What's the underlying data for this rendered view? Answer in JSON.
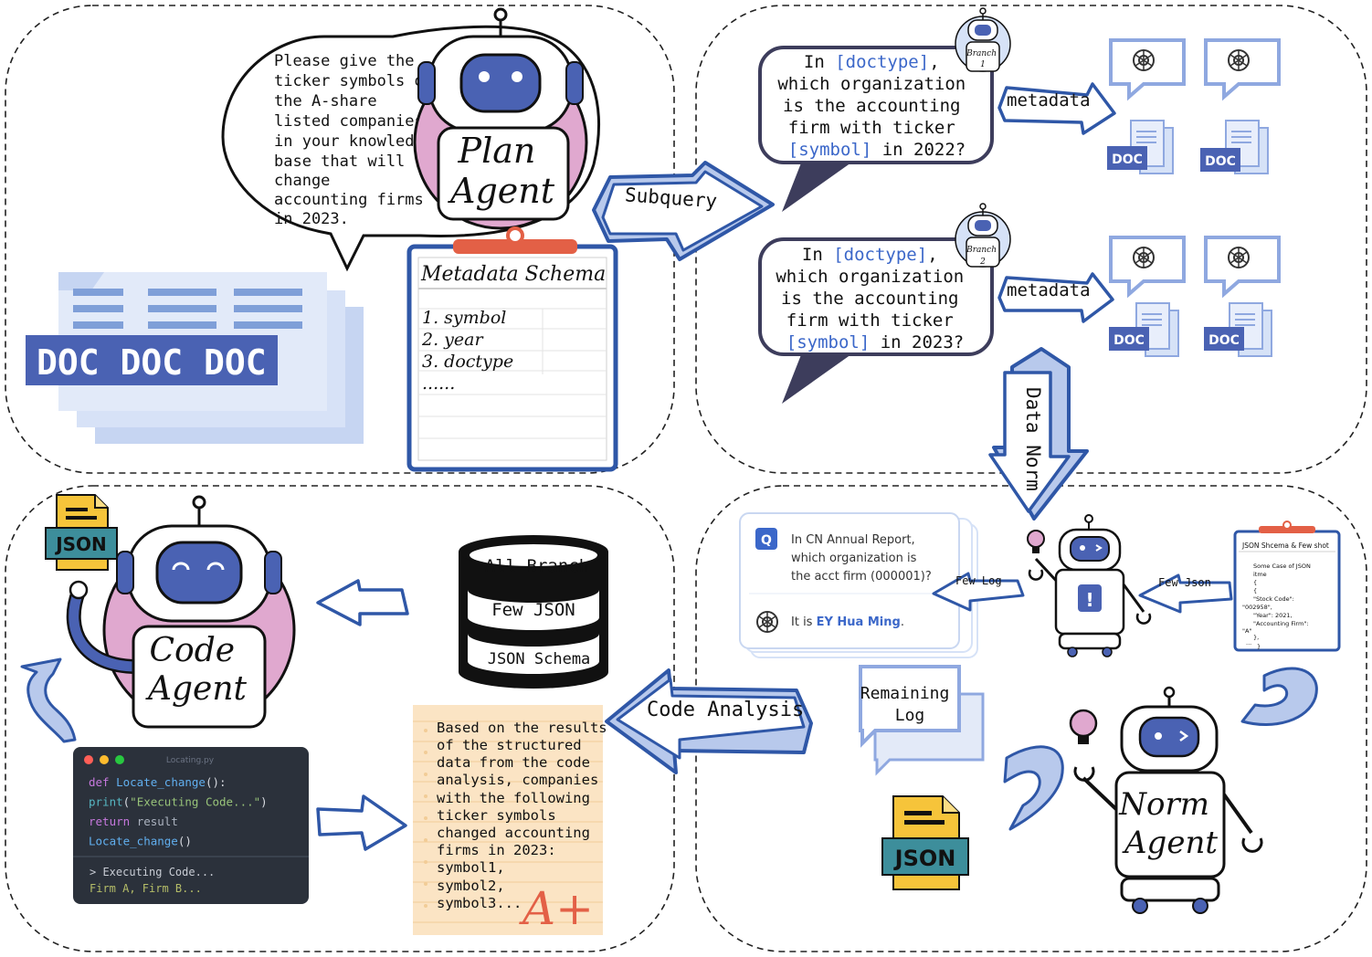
{
  "plan": {
    "speech": [
      "Please give the",
      "ticker symbols of",
      "the A-share",
      "listed companies",
      "in your knowledge",
      "base that will",
      "change",
      "accounting firms",
      "in 2023."
    ],
    "agent_line1": "Plan",
    "agent_line2": "Agent",
    "docs_label": "DOC DOC DOC",
    "schema_title": "Metadata Schema",
    "schema_items": [
      "1. symbol",
      "2. year",
      "3. doctype",
      "......"
    ]
  },
  "subquery_arrow": "Subquery",
  "branch1": {
    "badge": "Branch",
    "num": "1",
    "l1a": "In ",
    "l1b": "[doctype]",
    "l1c": ",",
    "l2": "which organization",
    "l3": "is the accounting",
    "l4": "firm with ticker",
    "l5a": "[symbol]",
    "l5b": "  in 2022?",
    "arrow": "metadata"
  },
  "branch2": {
    "badge": "Branch",
    "num": "2",
    "l1a": "In ",
    "l1b": "[doctype]",
    "l1c": ",",
    "l2": "which organization",
    "l3": "is the accounting",
    "l4": "firm with ticker",
    "l5a": "[symbol]",
    "l5b": " in 2023?",
    "arrow": "metadata"
  },
  "doc_icon_label": "DOC",
  "data_norm_arrow": "Data Norm",
  "norm": {
    "qa_q_badge": "Q",
    "qa_q_lines": [
      "In CN Annual Report,",
      "which organization is",
      "the acct firm (000001)?"
    ],
    "qa_a_prefix": "It is ",
    "qa_a_highlight": "EY Hua Ming",
    "qa_a_suffix": ".",
    "few_log": "Few Log",
    "few_json": "Few Json",
    "json_card_title": "JSON Shcema & Few shot",
    "json_card_lines": [
      "Some Case of JSON",
      "itme",
      "{",
      "  {",
      "     \"Stock Code\":",
      "\"002958\",",
      "       \"Year\": 2021,",
      "       \"Accounting Firm\":",
      "\"A\"",
      "    },",
      "...",
      "}"
    ],
    "remaining_log_1": "Remaining",
    "remaining_log_2": "Log",
    "json_badge": "JSON",
    "agent_line1": "Norm",
    "agent_line2": "Agent"
  },
  "code": {
    "json_badge": "JSON",
    "agent_line1": "Code",
    "agent_line2": "Agent",
    "db_labels": [
      "All Branch",
      "Few JSON",
      "JSON Schema"
    ],
    "analysis_arrow": "Code Analysis",
    "editor_title": "Locating.py",
    "editor_lines": [
      {
        "parts": [
          {
            "t": "def ",
            "c": "#c678dd"
          },
          {
            "t": "Locate_change",
            "c": "#61afef"
          },
          {
            "t": "():",
            "c": "#d7dae0"
          }
        ]
      },
      {
        "parts": [
          {
            "t": "  print",
            "c": "#56b6c2"
          },
          {
            "t": "(",
            "c": "#d7dae0"
          },
          {
            "t": "\"Executing Code...\"",
            "c": "#98c379"
          },
          {
            "t": ")",
            "c": "#d7dae0"
          }
        ]
      },
      {
        "parts": [
          {
            "t": "  return ",
            "c": "#c678dd"
          },
          {
            "t": "result",
            "c": "#abb2bf"
          }
        ]
      },
      {
        "parts": [
          {
            "t": "Locate_change",
            "c": "#61afef"
          },
          {
            "t": "()",
            "c": "#d7dae0"
          }
        ]
      }
    ],
    "console_lines": [
      "> Executing Code...",
      "Firm A, Firm B..."
    ],
    "note_lines": [
      "Based on the results",
      "of the structured",
      "data from the code",
      "analysis, companies",
      "with the following",
      "ticker symbols",
      "changed accounting",
      "firms in 2023:",
      "symbol1,",
      "symbol2,",
      "symbol3..."
    ],
    "grade": "A+"
  },
  "colors": {
    "robot_blue": "#4a62b3",
    "accent_blue": "#2f57a7",
    "light_blue": "#d6e2f7",
    "pink": "#e0a8cf",
    "bracket_blue": "#3b67c9",
    "json_yellow": "#f6c43a",
    "json_teal": "#3d8e9b",
    "note_bg": "#fbe4c4",
    "editor_bg": "#2b313b",
    "red_accent": "#e36046"
  }
}
